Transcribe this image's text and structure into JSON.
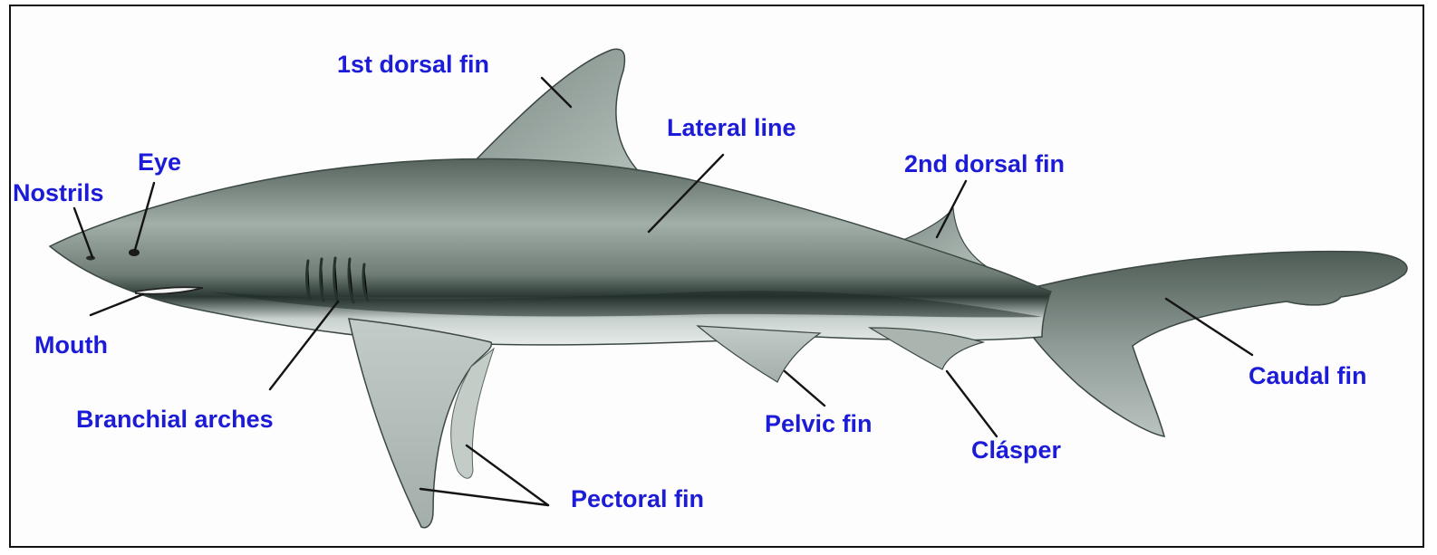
{
  "diagram": {
    "colors": {
      "label": "#1c1cd8",
      "leader": "#141414",
      "frame": "#111111",
      "body_back": "#5f6d66",
      "body_mid": "#9aa7a1",
      "body_belly": "#dfe5e2",
      "stripe": "#1e2b25"
    },
    "labels": {
      "first_dorsal_fin": "1st dorsal fin",
      "lateral_line": "Lateral line",
      "second_dorsal_fin": "2nd dorsal fin",
      "eye": "Eye",
      "nostrils": "Nostrils",
      "mouth": "Mouth",
      "branchial_arches": "Branchial arches",
      "pectoral_fin": "Pectoral fin",
      "pelvic_fin": "Pelvic fin",
      "clasper": "Clásper",
      "caudal_fin": "Caudal fin"
    }
  }
}
